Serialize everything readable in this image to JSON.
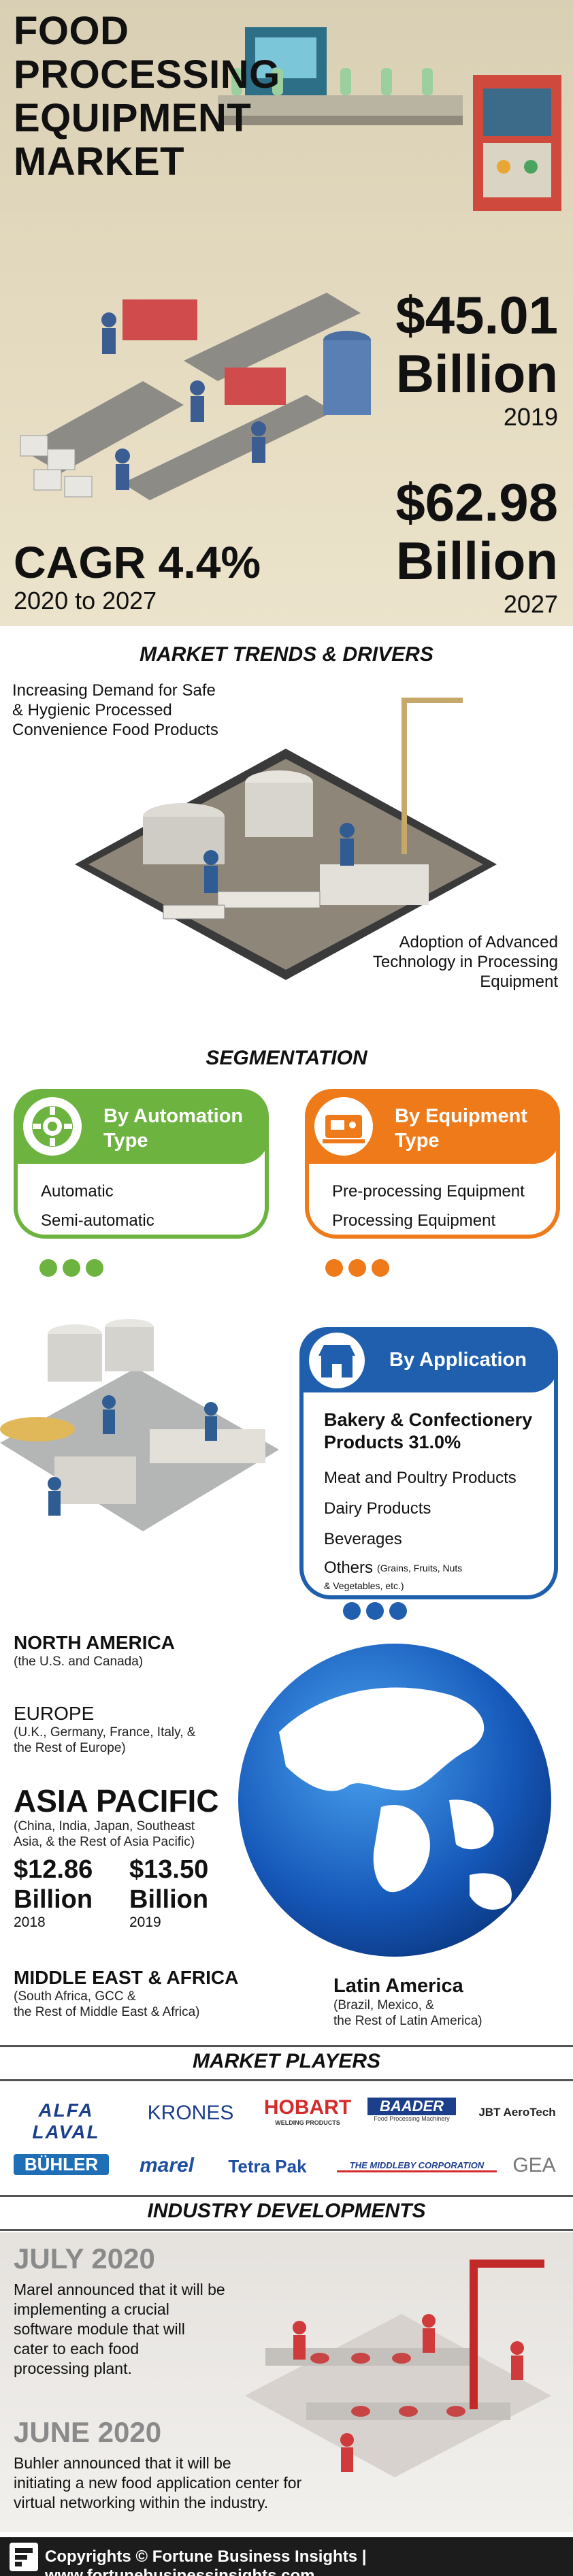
{
  "title": [
    "FOOD PROCESSING",
    "EQUIPMENT",
    "MARKET"
  ],
  "stats": {
    "value_2019": "$45.01",
    "value_2019_unit": "Billion",
    "year_2019": "2019",
    "value_2027": "$62.98",
    "value_2027_unit": "Billion",
    "year_2027": "2027",
    "cagr": "CAGR 4.4%",
    "cagr_period": "2020 to 2027"
  },
  "trends": {
    "title": "MARKET TRENDS & DRIVERS",
    "driver_1": [
      "Increasing Demand for Safe",
      "& Hygienic Processed",
      "Convenience Food Products"
    ],
    "driver_2": [
      "Adoption of Advanced",
      "Technology in Processing",
      "Equipment"
    ]
  },
  "segmentation": {
    "title": "SEGMENTATION",
    "automation": {
      "label": [
        "By Automation",
        "Type"
      ],
      "items": [
        "Automatic",
        "Semi-automatic"
      ],
      "color": "#6db33f"
    },
    "equipment": {
      "label": [
        "By Equipment",
        "Type"
      ],
      "items": [
        "Pre-processing Equipment",
        "Processing Equipment"
      ],
      "color": "#ef7a1a"
    },
    "application": {
      "label": "By Application",
      "color": "#1f5fae",
      "highlight": [
        "Bakery & Confectionery",
        "Products 31.0%"
      ],
      "items": [
        "Meat and Poultry Products",
        "Dairy Products",
        "Beverages"
      ],
      "others": "Others",
      "others_note": [
        "(Grains, Fruits, Nuts",
        "& Vegetables, etc.)"
      ]
    }
  },
  "regions": {
    "north_america": {
      "name": "NORTH AMERICA",
      "sub": [
        "(the U.S. and Canada)"
      ]
    },
    "europe": {
      "name": "EUROPE",
      "sub": [
        "(U.K., Germany, France, Italy, &",
        "the Rest of Europe)"
      ]
    },
    "asia_pacific": {
      "name": "ASIA PACIFIC",
      "sub": [
        "(China, India, Japan, Southeast",
        "Asia, & the Rest of Asia Pacific)"
      ],
      "value_2018": "$12.86",
      "unit_2018": "Billion",
      "year_2018": "2018",
      "value_2019": "$13.50",
      "unit_2019": "Billion",
      "year_2019": "2019"
    },
    "mea": {
      "name": "MIDDLE EAST & AFRICA",
      "sub": [
        "(South Africa, GCC &",
        "the Rest of Middle East & Africa)"
      ]
    },
    "latin_america": {
      "name": "Latin America",
      "sub": [
        "(Brazil, Mexico, &",
        "the Rest of Latin America)"
      ]
    }
  },
  "players": {
    "title": "MARKET PLAYERS",
    "logos": [
      "ALFA LAVAL",
      "KRONES",
      "HOBART",
      "WELDING PRODUCTS",
      "BAADER",
      "Food Processing Machinery",
      "JBT AeroTech",
      "BÜHLER",
      "marel",
      "Tetra Pak",
      "THE MIDDLEBY CORPORATION",
      "GEA"
    ]
  },
  "developments": {
    "title": "INDUSTRY DEVELOPMENTS",
    "d1_date": "JULY 2020",
    "d1_text": [
      "Marel announced that it will be",
      "implementing a crucial",
      "software module that will",
      "cater to each food",
      "processing plant."
    ],
    "d2_date": "JUNE 2020",
    "d2_text": [
      "Buhler announced that it will be",
      "initiating a new food application center for",
      "virtual networking within the industry."
    ]
  },
  "footer": {
    "brand": "FORTUNE BUSINESS INSIGHTS",
    "copyright": "Copyrights © Fortune Business Insights | www.fortunebusinessinsights.com"
  },
  "colors": {
    "automation": "#6db33f",
    "equipment": "#ef7a1a",
    "application": "#1f5fae",
    "globe": "#1f6fd1"
  }
}
